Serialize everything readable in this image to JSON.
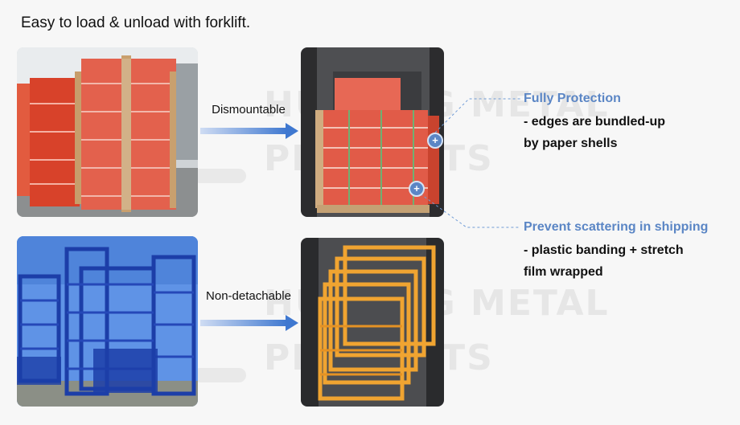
{
  "headline": "Easy to load & unload with forklift.",
  "watermark": {
    "line1": "HUILONG METAL",
    "line2": "PRODUCTS"
  },
  "rows": [
    {
      "arrow_label": "Dismountable",
      "left_photo": "red-racks-wrapped-in-warehouse",
      "right_photo": "red-racks-loaded-in-container"
    },
    {
      "arrow_label": "Non-detachable",
      "left_photo": "blue-racks-stacked-outdoor",
      "right_photo": "yellow-racks-loaded-in-container"
    }
  ],
  "callouts": [
    {
      "title": "Fully Protection",
      "text_line1": "- edges are bundled-up",
      "text_line2": "by paper shells"
    },
    {
      "title": "Prevent scattering in shipping",
      "text_line1": "- plastic banding + stretch",
      "text_line2": "film wrapped"
    }
  ],
  "hotspot_symbol": "+",
  "colors": {
    "accent": "#5b86c5",
    "arrow": "#4a7fd0",
    "red_rack": "#e0452b",
    "blue_rack": "#1e3fae",
    "yellow_rack": "#f0a431"
  }
}
